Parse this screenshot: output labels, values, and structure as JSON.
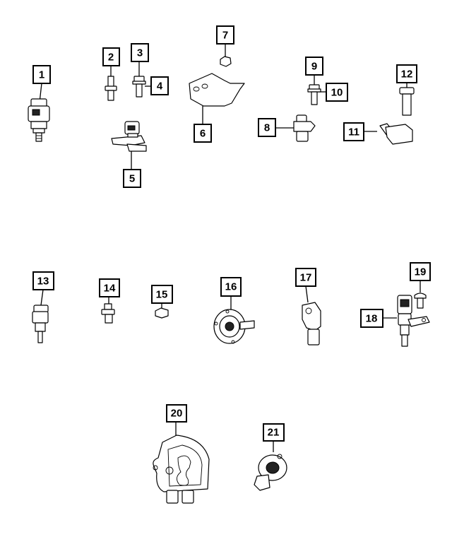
{
  "diagram": {
    "callouts": [
      {
        "id": "callout-1",
        "label": "1"
      },
      {
        "id": "callout-2",
        "label": "2"
      },
      {
        "id": "callout-3",
        "label": "3"
      },
      {
        "id": "callout-4",
        "label": "4"
      },
      {
        "id": "callout-5",
        "label": "5"
      },
      {
        "id": "callout-6",
        "label": "6"
      },
      {
        "id": "callout-7",
        "label": "7"
      },
      {
        "id": "callout-8",
        "label": "8"
      },
      {
        "id": "callout-9",
        "label": "9"
      },
      {
        "id": "callout-10",
        "label": "10"
      },
      {
        "id": "callout-11",
        "label": "11"
      },
      {
        "id": "callout-12",
        "label": "12"
      },
      {
        "id": "callout-13",
        "label": "13"
      },
      {
        "id": "callout-14",
        "label": "14"
      },
      {
        "id": "callout-15",
        "label": "15"
      },
      {
        "id": "callout-16",
        "label": "16"
      },
      {
        "id": "callout-17",
        "label": "17"
      },
      {
        "id": "callout-18",
        "label": "18"
      },
      {
        "id": "callout-19",
        "label": "19"
      },
      {
        "id": "callout-20",
        "label": "20"
      },
      {
        "id": "callout-21",
        "label": "21"
      }
    ]
  }
}
